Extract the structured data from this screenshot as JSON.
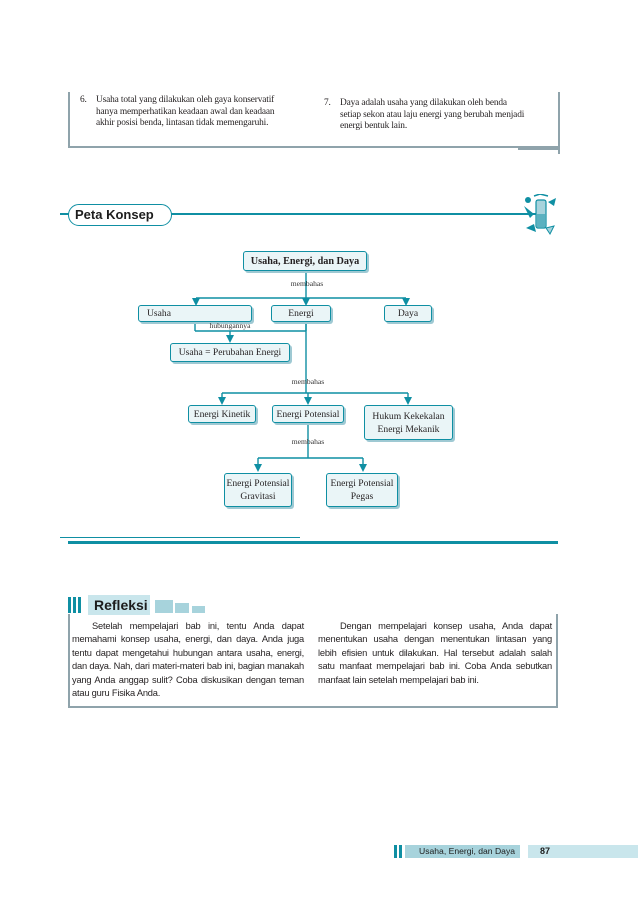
{
  "summary": {
    "item6": {
      "number": "6.",
      "lines": [
        "Usaha total yang dilakukan oleh gaya konservatif",
        "hanya memperhatikan keadaan awal dan keadaan",
        "akhir posisi benda, lintasan tidak memengaruhi."
      ]
    },
    "item7": {
      "number": "7.",
      "lines": [
        "Daya adalah usaha yang dilakukan oleh benda",
        "setiap sekon atau laju energi yang berubah menjadi",
        "energi bentuk lain."
      ]
    }
  },
  "peta_konsep": {
    "heading": "Peta Konsep",
    "nodes": {
      "root": "Usaha, Energi, dan Daya",
      "usaha": "Usaha",
      "energi": "Energi",
      "daya": "Daya",
      "relation_node": "Usaha = Perubahan Energi",
      "kinetik": "Energi Kinetik",
      "potensial": "Energi Potensial",
      "kekekalan_line1": "Hukum Kekekalan",
      "kekekalan_line2": "Energi Mekanik",
      "gravitasi_line1": "Energi Potensial",
      "gravitasi_line2": "Gravitasi",
      "pegas_line1": "Energi Potensial",
      "pegas_line2": "Pegas"
    },
    "relations": {
      "membahas_1": "membahas",
      "hubungannya": "hubungannya",
      "membahas_2": "membahas",
      "membahas_3": "membahas"
    }
  },
  "refleksi": {
    "heading": "Refleksi",
    "left_paragraph": "Setelah mempelajari bab ini, tentu Anda dapat memahami konsep usaha, energi, dan daya. Anda juga tentu dapat mengetahui hubungan antara usaha, energi, dan daya. Nah, dari materi-materi bab ini, bagian manakah yang Anda anggap sulit? Coba diskusikan dengan teman atau guru Fisika Anda.",
    "right_paragraph": "Dengan mempelajari konsep usaha, Anda dapat menentukan usaha dengan menentukan lintasan yang lebih efisien untuk dilakukan. Hal tersebut adalah salah satu manfaat mempelajari bab ini. Coba Anda sebutkan manfaat lain setelah mempelajari bab ini."
  },
  "footer": {
    "chapter_title": "Usaha, Energi, dan Daya",
    "page_number": "87"
  },
  "colors": {
    "accent": "#0f8fa3",
    "light_accent": "#a7d3dc",
    "box_border": "#8fa3ab"
  }
}
